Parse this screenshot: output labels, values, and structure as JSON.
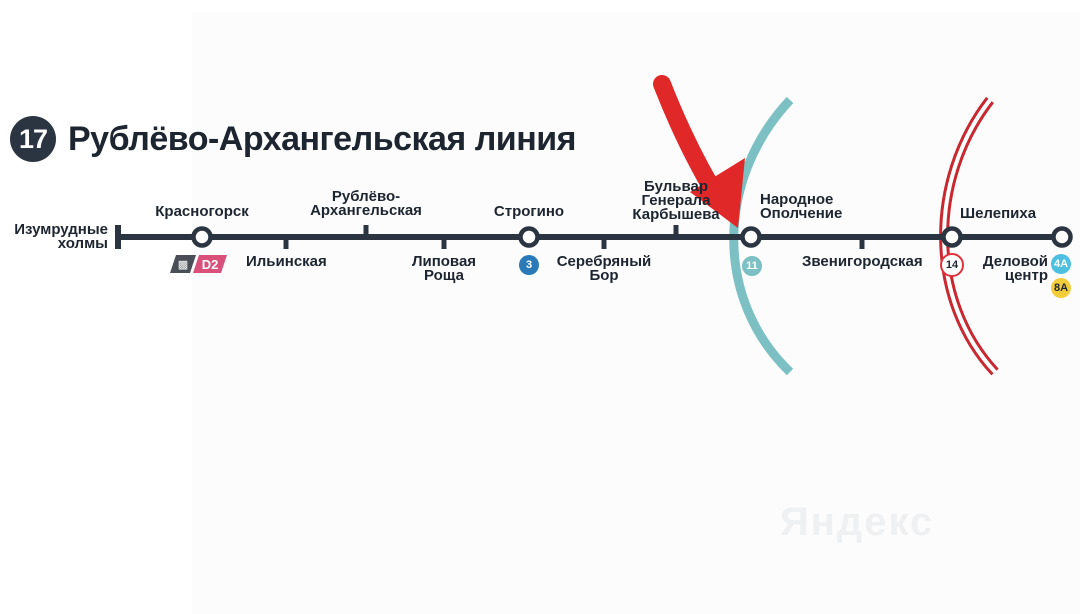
{
  "line": {
    "number": "17",
    "title": "Рублёво-Архангельская линия",
    "color": "#2b3541"
  },
  "stations": [
    {
      "id": "izumrudnye",
      "lines": [
        "Изумрудные",
        "холмы"
      ],
      "type": "terminus"
    },
    {
      "id": "krasnogorsk",
      "lines": [
        "Красногорск"
      ],
      "type": "interchange"
    },
    {
      "id": "ilinskaya",
      "lines": [
        "Ильинская"
      ],
      "type": "regular"
    },
    {
      "id": "rublevo",
      "lines": [
        "Рублёво-",
        "Архангельская"
      ],
      "type": "regular"
    },
    {
      "id": "lipovaya",
      "lines": [
        "Липовая",
        "Роща"
      ],
      "type": "regular"
    },
    {
      "id": "strogino",
      "lines": [
        "Строгино"
      ],
      "type": "interchange"
    },
    {
      "id": "serebryany",
      "lines": [
        "Серебряный",
        "Бор"
      ],
      "type": "regular"
    },
    {
      "id": "karbysheva",
      "lines": [
        "Бульвар",
        "Генерала",
        "Карбышева"
      ],
      "type": "regular"
    },
    {
      "id": "opolchenie",
      "lines": [
        "Народное",
        "Ополчение"
      ],
      "type": "interchange"
    },
    {
      "id": "zvenigorodskaya",
      "lines": [
        "Звенигородская"
      ],
      "type": "regular"
    },
    {
      "id": "shelepikha",
      "lines": [
        "Шелепиха"
      ],
      "type": "interchange"
    },
    {
      "id": "delovoy",
      "lines": [
        "Деловой",
        "центр"
      ],
      "type": "terminus"
    }
  ],
  "transfers": {
    "d2": {
      "label": "D2",
      "color": "#d9517a",
      "icon": "train-icon"
    },
    "line3": {
      "label": "3",
      "color": "#2a7ab8"
    },
    "line11": {
      "label": "11",
      "color": "#7cc0c3"
    },
    "line14": {
      "label": "14",
      "color": "#e0323a"
    },
    "line4a": {
      "label": "4А",
      "color": "#4dc0e0"
    },
    "line8a": {
      "label": "8А",
      "color": "#f2cd3a"
    }
  },
  "colors": {
    "big_circle_line": "#7cc0c3",
    "mcc_line": "#c8282f",
    "arrow": "#e02828"
  },
  "watermark": "Яндекс"
}
